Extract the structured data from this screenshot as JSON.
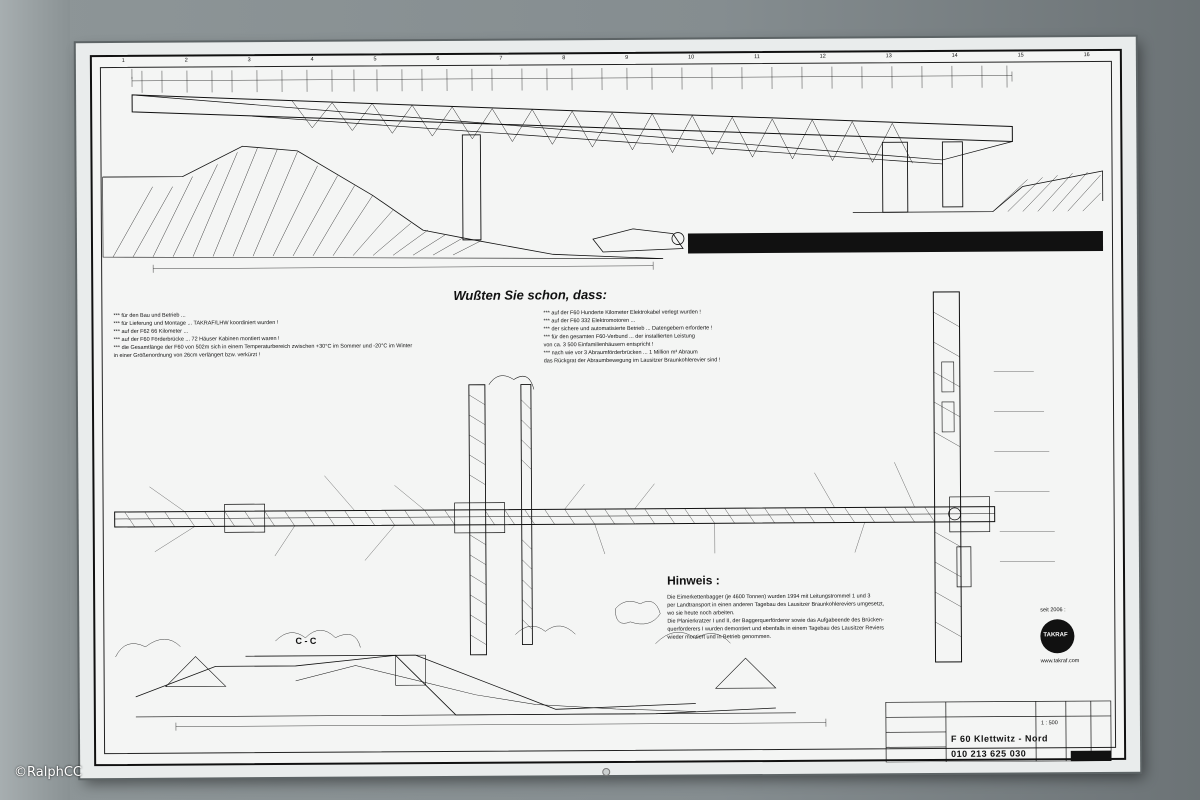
{
  "photo": {
    "credit": "©RalphCC",
    "heading": "Wußten Sie schon, dass:",
    "hinweis_title": "Hinweis :",
    "hinweis_lines": [
      "Die Eimerkettenbagger (je 4600 Tonnen) wurden 1994 mit Leitungstrommel 1 und 3",
      "per Landtransport in einen anderen Tagebau des Lausitzer Braunkohlereviers umgesetzt,",
      "wo sie heute noch arbeiten.",
      "Die Planierkratzer I und II, der Baggerquerförderer sowie das Aufgabeende des Brücken-",
      "querförderers I wurden demontiert und ebenfalls in einem Tagebau des Lausitzer Reviers",
      "wieder montiert und in Betrieb genommen."
    ],
    "facts_left": [
      "*** für den Bau und Betrieb ...",
      "*** für Lieferung und Montage ... TAKRAF/LHW koordiniert wurden !",
      "*** auf der F62 66 Kilometer ...",
      "*** auf der F60 Förderbrücke ... 72 Häuser Kabinen montiert waren !",
      "*** die Gesamtlänge der F60 von 502m sich in einem Temperaturbereich zwischen +30°C im Sommer und -20°C im Winter",
      "in einer Größenordnung von 26cm verlängert bzw. verkürzt !"
    ],
    "facts_right": [
      "*** auf der F60 Hunderte Kilometer Elektrokabel verlegt wurden !",
      "*** auf der F60 332 Elektromotoren ...",
      "*** der sichere und automatisierte Betrieb ... Datengebern erforderte !",
      "*** für den gesamten F60-Verbund ... der installierten Leistung",
      "von ca. 3 500 Einfamilienhäusern entspricht !",
      "*** nach wie vor 3 Abraumförderbrücken ... 1 Million m³ Abraum",
      "das Rückgrat der Abraumbewegung im Lausitzer Braunkohlerevier sind !"
    ],
    "section_label": "C - C",
    "since": "seit 2006 :",
    "logo_text": "TAKRAF",
    "website": "www.takraf.com",
    "title_block": {
      "name": "F 60  Klettwitz - Nord",
      "number": "010 213 625 030",
      "scale": "1 : 500"
    },
    "border_numbers": [
      "1",
      "2",
      "3",
      "4",
      "5",
      "6",
      "7",
      "8",
      "9",
      "10",
      "11",
      "12",
      "13",
      "14",
      "15",
      "16"
    ]
  },
  "colors": {
    "wall": "#858d90",
    "paper": "#f4f5f4",
    "ink": "#111111"
  }
}
